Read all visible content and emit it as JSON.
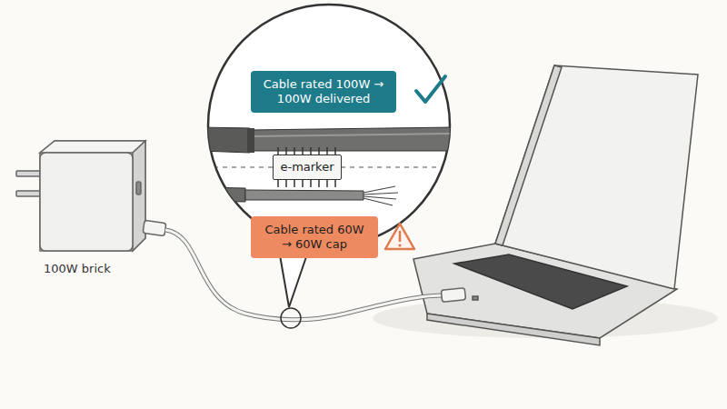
{
  "diagram": {
    "nodes": [
      {
        "text": [
          "Cable rated 100W → 100W delivered"
        ]
      },
      {
        "text": [
          "e-marker"
        ]
      },
      {
        "text": [
          "Cable rated 60W → 60W cap"
        ]
      }
    ],
    "labels": [
      "100W brick"
    ]
  }
}
